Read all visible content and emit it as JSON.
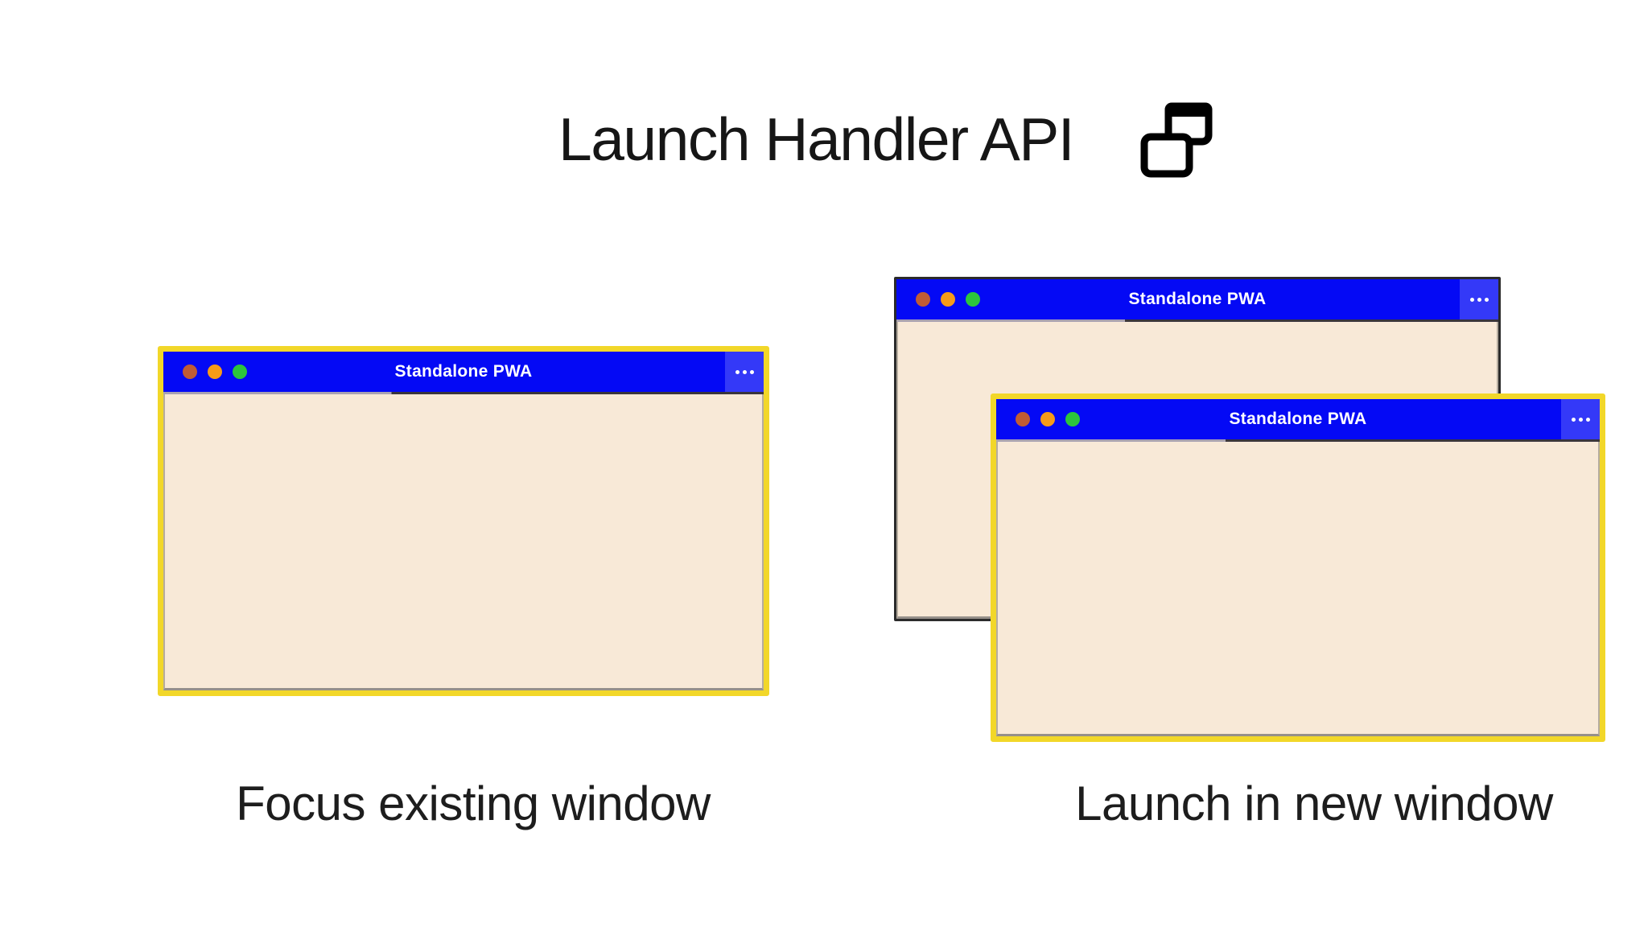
{
  "header": {
    "title": "Launch Handler API",
    "icon": "overlapping-windows-icon"
  },
  "windows": {
    "left": {
      "title": "Standalone PWA",
      "border": "yellow",
      "state": "focused-existing"
    },
    "back": {
      "title": "Standalone PWA",
      "border": "dark",
      "state": "background"
    },
    "front": {
      "title": "Standalone PWA",
      "border": "yellow",
      "state": "new-window"
    }
  },
  "window_chrome": {
    "traffic_lights": [
      "close",
      "minimize",
      "maximize"
    ],
    "overflow_menu": "ellipsis-icon"
  },
  "captions": {
    "left": "Focus existing window",
    "right": "Launch in new window"
  },
  "colors": {
    "titlebar_blue": "#0409f5",
    "menu_button_blue": "#3439f8",
    "content_beige": "#f8e9d7",
    "highlight_border_yellow": "#f2d729",
    "inactive_border_dark": "#2b2b2b",
    "dot_red": "#c05c35",
    "dot_orange": "#f79b18",
    "dot_green": "#2cc53c",
    "text_black": "#1d1d1d",
    "titlebar_text": "#ffffff",
    "background": "#ffffff"
  }
}
